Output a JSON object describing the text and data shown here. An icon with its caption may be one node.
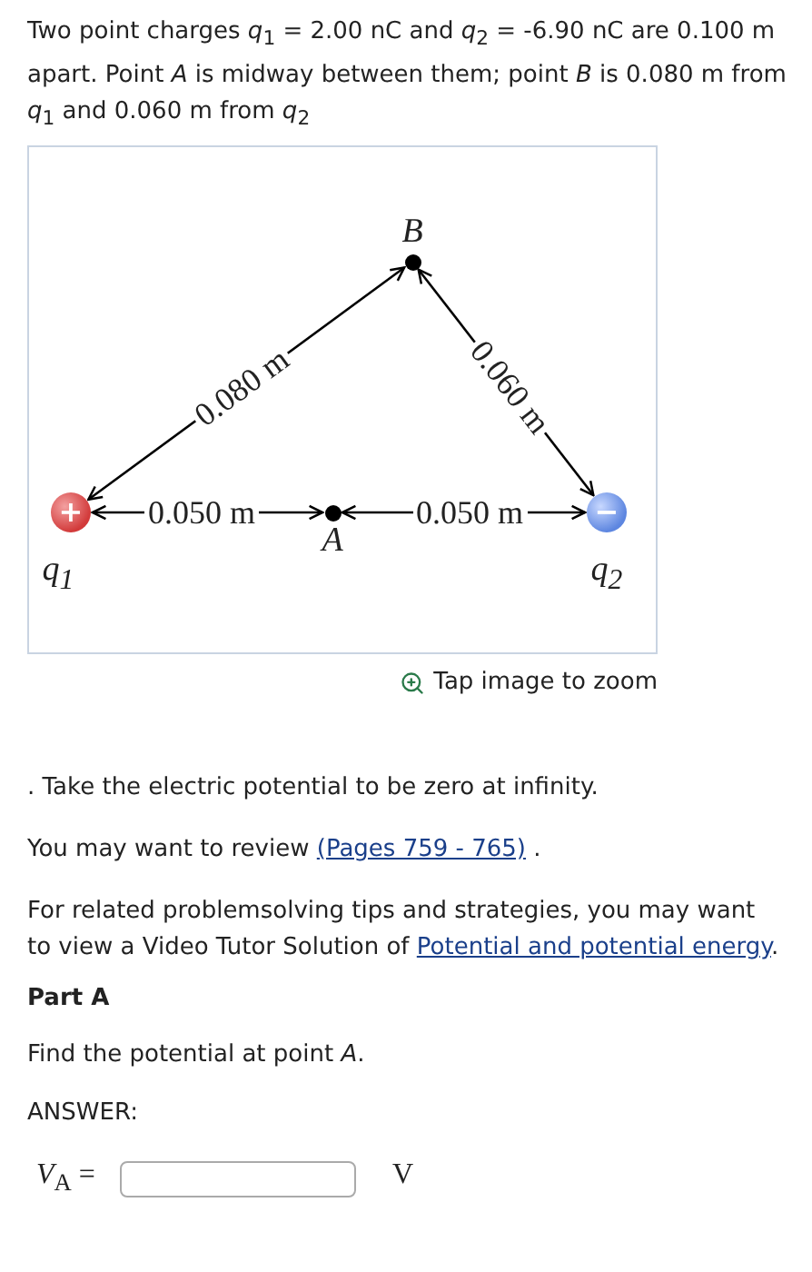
{
  "diagram": {
    "title": "Two point charges *q*$_{1}$ = 2.00 nC and *q*$_{2}$ = -6.90 nC are 0.100 m apart. Point *A* is midway between them; point *B* is 0.080 m from *q*$_{1}$ and 0.060 m from *q*$_{2}$",
    "nodes": [
      {
        "text": [
          "+"
        ],
        "beside": [
          "q$_{1}$"
        ]
      },
      {
        "text": [],
        "shape": "circle",
        "beside": [
          "B"
        ]
      },
      {
        "text": [],
        "shape": "circle",
        "beside": [
          "A"
        ]
      },
      {
        "text": [
          "−"
        ],
        "beside": [
          "q$_{2}$"
        ]
      }
    ],
    "edges": [
      {
        "from": 0,
        "to": 1,
        "arrow": "both",
        "label": "0.080 m"
      },
      {
        "from": 1,
        "to": 3,
        "arrow": "both",
        "label": "0.060 m"
      },
      {
        "from": 0,
        "to": 2,
        "arrow": "both",
        "label": "0.050 m"
      },
      {
        "from": 2,
        "to": 3,
        "arrow": "both",
        "label": "0.050 m"
      }
    ],
    "labels": [
      "Tap image to zoom",
      ". Take the electric potential to be zero at infinity.",
      "You may want to review",
      "(Pages 759 - 765)",
      ".",
      "For related problemsolving tips and strategies, you may want to view a Video Tutor Solution of",
      "Potential and potential energy",
      ".",
      "Part A",
      "Find the potential at point *A*.",
      "ANSWER:",
      "*V*$_{A}$ =",
      "V"
    ]
  }
}
